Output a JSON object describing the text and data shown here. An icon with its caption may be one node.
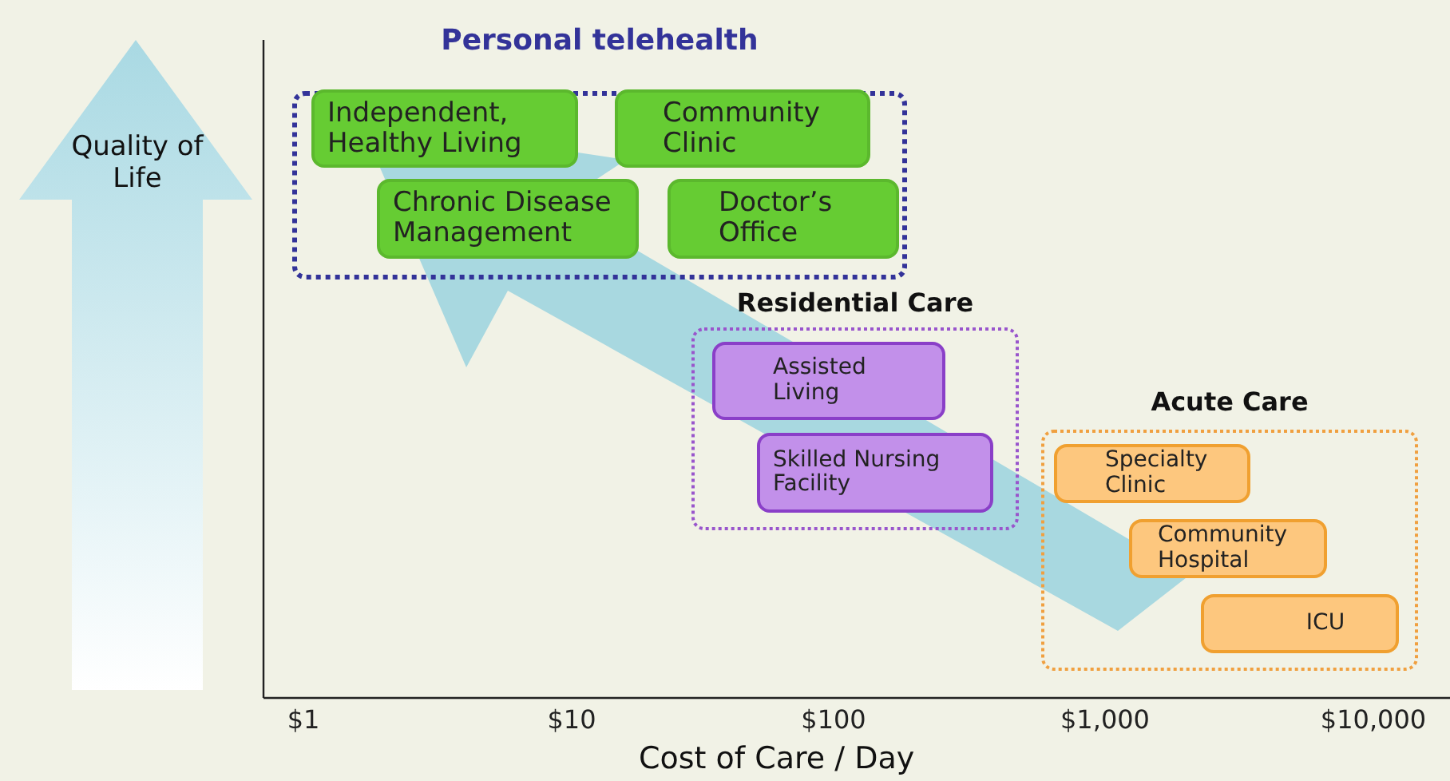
{
  "diagram": {
    "nodes": [
      {
        "text": [
          "Personal telehealth"
        ]
      },
      {
        "text": [
          "Independent, Healthy Living"
        ],
        "in": 0
      },
      {
        "text": [
          "Community Clinic"
        ],
        "in": 0
      },
      {
        "text": [
          "Chronic Disease Management"
        ],
        "in": 0
      },
      {
        "text": [
          "Doctor’s Office"
        ],
        "in": 0
      },
      {
        "text": [
          "Residential Care"
        ]
      },
      {
        "text": [
          "Assisted Living"
        ],
        "in": 5
      },
      {
        "text": [
          "Skilled Nursing Facility"
        ],
        "in": 5
      },
      {
        "text": [
          "Acute Care"
        ]
      },
      {
        "text": [
          "Specialty Clinic"
        ],
        "in": 8
      },
      {
        "text": [
          "Community Hospital"
        ],
        "in": 8
      },
      {
        "text": [
          "ICU"
        ],
        "in": 8
      }
    ],
    "edges": [],
    "labels": [
      "Quality of Life",
      "$1",
      "$10",
      "$100",
      "$1,000",
      "$10,000",
      "Cost of Care / Day"
    ]
  }
}
